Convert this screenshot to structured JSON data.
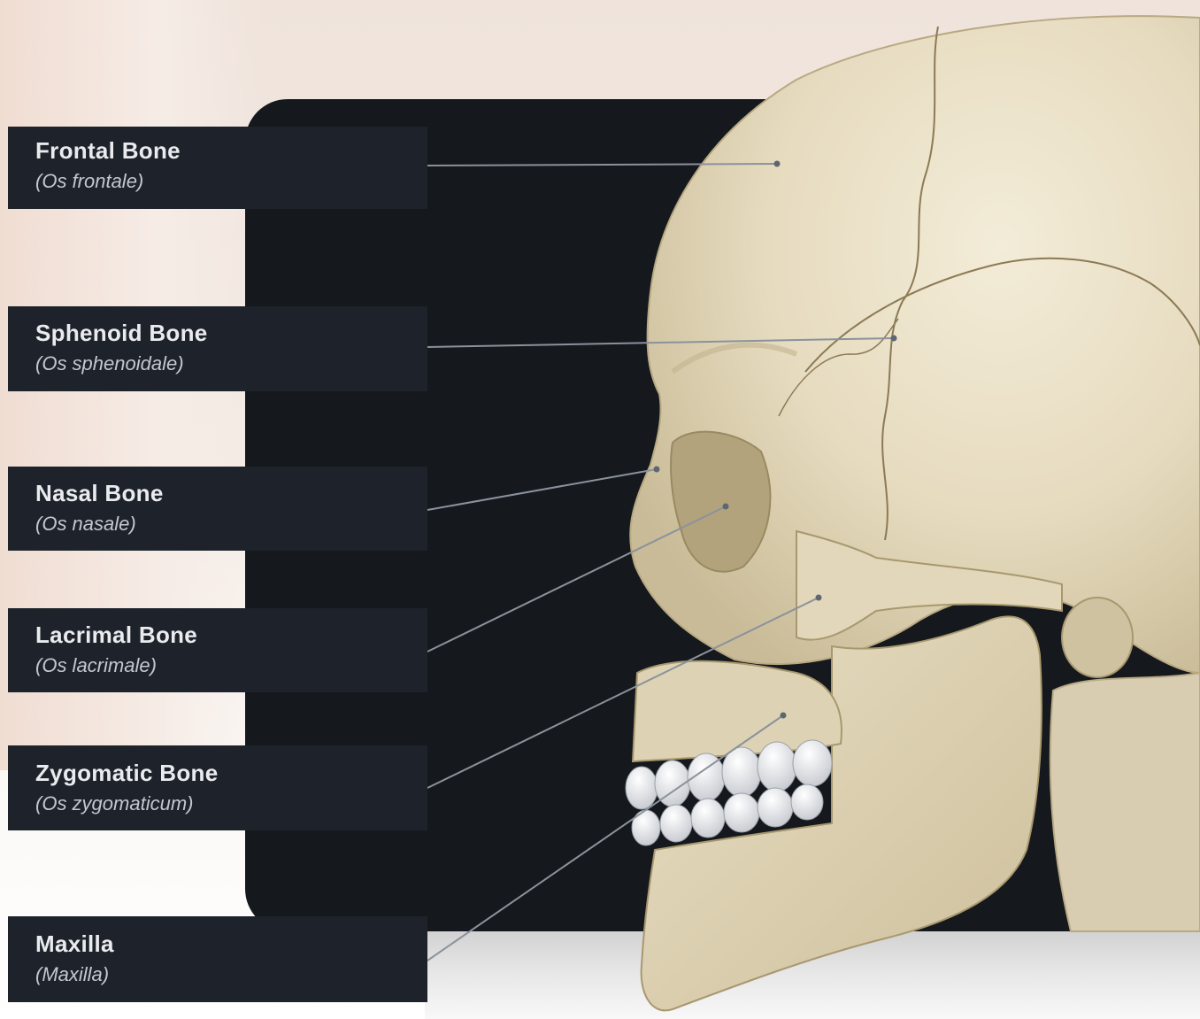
{
  "labels": [
    {
      "name": "Frontal Bone",
      "latin": "(Os frontale)"
    },
    {
      "name": "Sphenoid Bone",
      "latin": "(Os sphenoidale)"
    },
    {
      "name": "Nasal Bone",
      "latin": "(Os nasale)"
    },
    {
      "name": "Lacrimal Bone",
      "latin": "(Os lacrimale)"
    },
    {
      "name": "Zygomatic Bone",
      "latin": "(Os zygomaticum)"
    },
    {
      "name": "Maxilla",
      "latin": "(Maxilla)"
    }
  ],
  "colors": {
    "panel": "#15181d",
    "label_box": "#1e232b",
    "bone": "#e9dfc6",
    "leader_line": "#8a929c"
  }
}
